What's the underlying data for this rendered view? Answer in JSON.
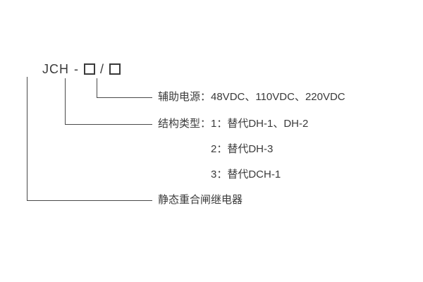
{
  "model": {
    "prefix": "JCH",
    "dash": "-",
    "slash": "/"
  },
  "labels": {
    "aux_power": "辅助电源：48VDC、110VDC、220VDC",
    "structure_type_line1": "结构类型：1：替代DH-1、DH-2",
    "structure_type_line2": "2：替代DH-3",
    "structure_type_line3": "3：替代DCH-1",
    "relay_name": "静态重合闸继电器"
  },
  "colors": {
    "text": "#3a3a3a",
    "line": "#4a4a4a",
    "background": "#ffffff"
  }
}
